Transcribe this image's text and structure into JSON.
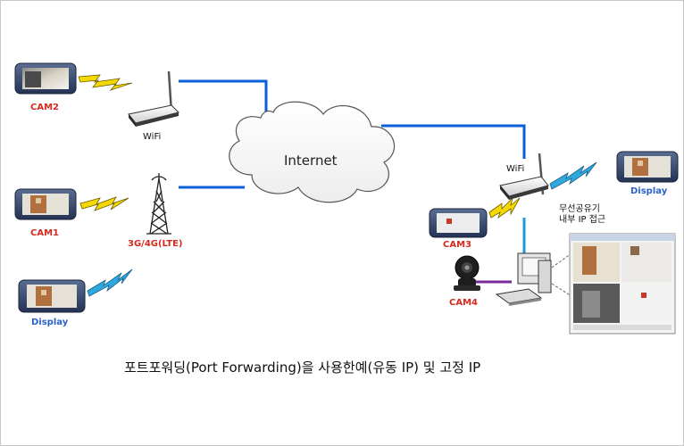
{
  "nodes": {
    "cam2": "CAM2",
    "cam1": "CAM1",
    "cam3": "CAM3",
    "cam4": "CAM4",
    "display_left": "Display",
    "display_right": "Display",
    "wifi_left": "WiFi",
    "wifi_right": "WiFi",
    "cell_tower": "3G/4G(LTE)",
    "internet": "Internet",
    "router_note_line1": "무선공유기",
    "router_note_line2": "내부 IP 접근"
  },
  "caption": "포트포워딩(Port Forwarding)을 사용한예(유동 IP) 및 고정 IP",
  "colors": {
    "link_blue": "#0a5fd6",
    "link_purple": "#7a2a9a",
    "link_cyan": "#1a9bd7",
    "wireless_yellow": "#f5d800",
    "wireless_blue": "#2fa8e0",
    "label_red": "#d42a1f",
    "label_blue": "#2a62c9"
  }
}
